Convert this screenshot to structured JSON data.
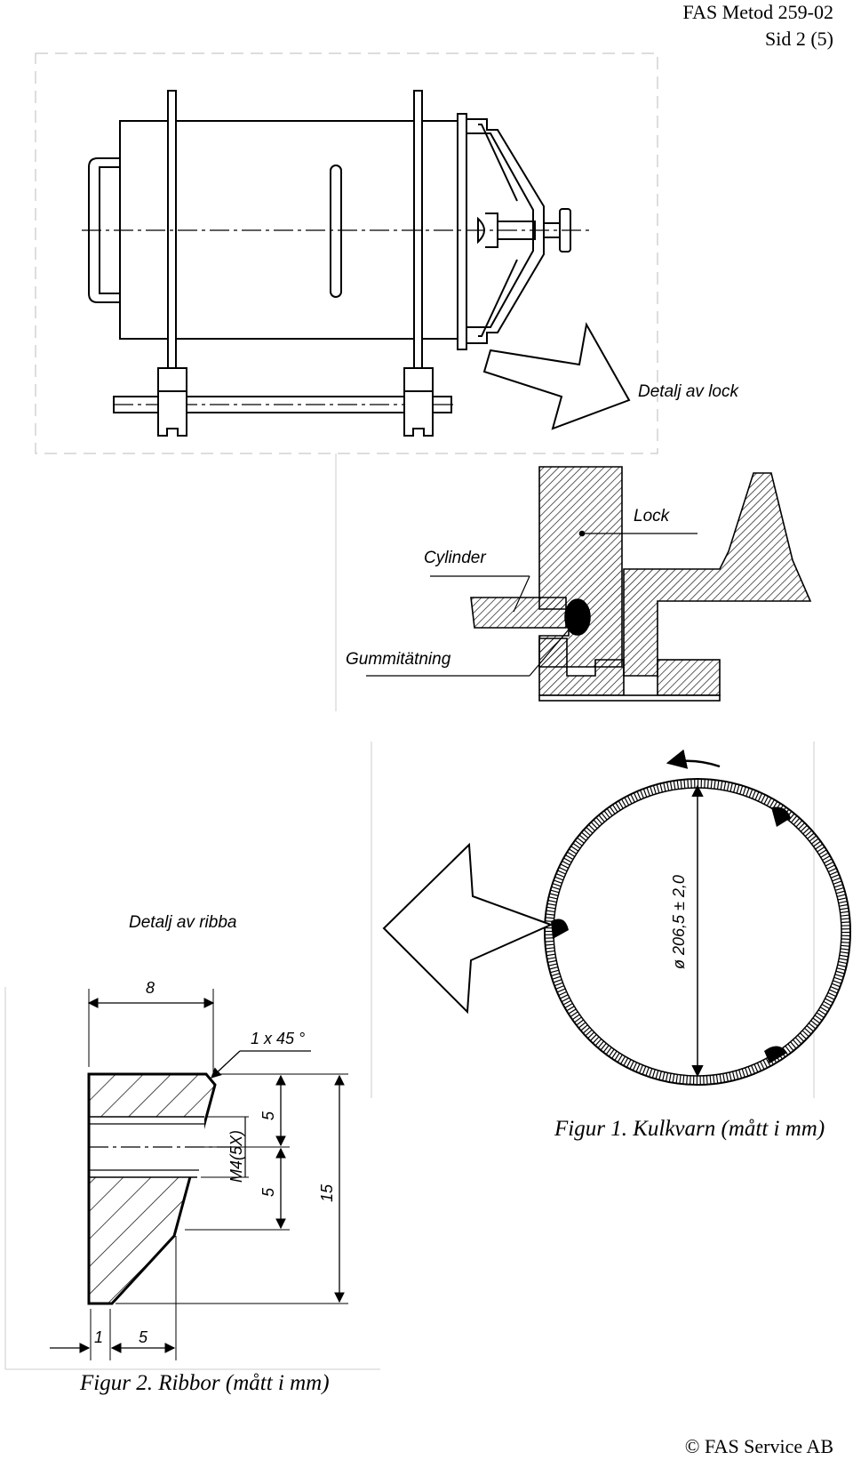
{
  "header": {
    "method": "FAS Metod 259-02",
    "page": "Sid 2 (5)"
  },
  "labels": {
    "detail_lid": "Detalj av lock",
    "lid": "Lock",
    "cylinder": "Cylinder",
    "rubber_seal": "Gummitätning",
    "detail_rib": "Detalj av ribba"
  },
  "dimensions": {
    "diameter": "ø 206,5 ± 2,0",
    "width_8": "8",
    "chamfer": "1 x 45 °",
    "thread": "M4(5X)",
    "d5_top": "5",
    "d5_bottom": "5",
    "d15": "15",
    "d1": "1",
    "d5_horiz": "5"
  },
  "captions": {
    "figure1": "Figur 1. Kulkvarn (mått i mm)",
    "figure2": "Figur 2. Ribbor (mått i mm)"
  },
  "footer": {
    "copyright": "© FAS Service AB"
  }
}
